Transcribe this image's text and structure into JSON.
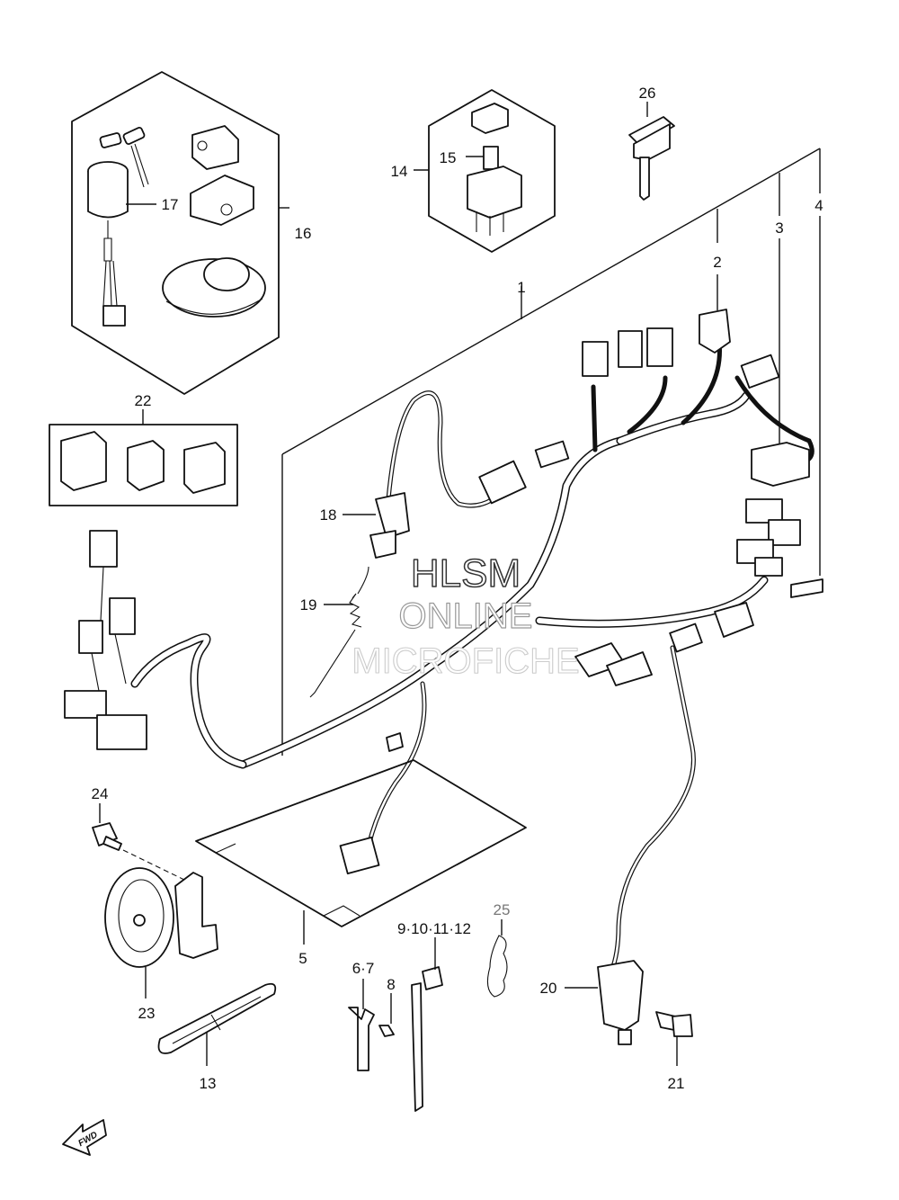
{
  "watermark": {
    "line1": "HLSM",
    "line2": "ONLINE",
    "line3": "MICROFICHE"
  },
  "fwd_label": "FWD",
  "callouts": {
    "c1": "1",
    "c2": "2",
    "c3": "3",
    "c4": "4",
    "c5": "5",
    "c6_7": "6·7",
    "c8": "8",
    "c9_12": "9·10·11·12",
    "c13": "13",
    "c14": "14",
    "c15": "15",
    "c16": "16",
    "c17": "17",
    "c18": "18",
    "c19": "19",
    "c20": "20",
    "c21": "21",
    "c22": "22",
    "c23": "23",
    "c24": "24",
    "c25": "25",
    "c26": "26"
  }
}
